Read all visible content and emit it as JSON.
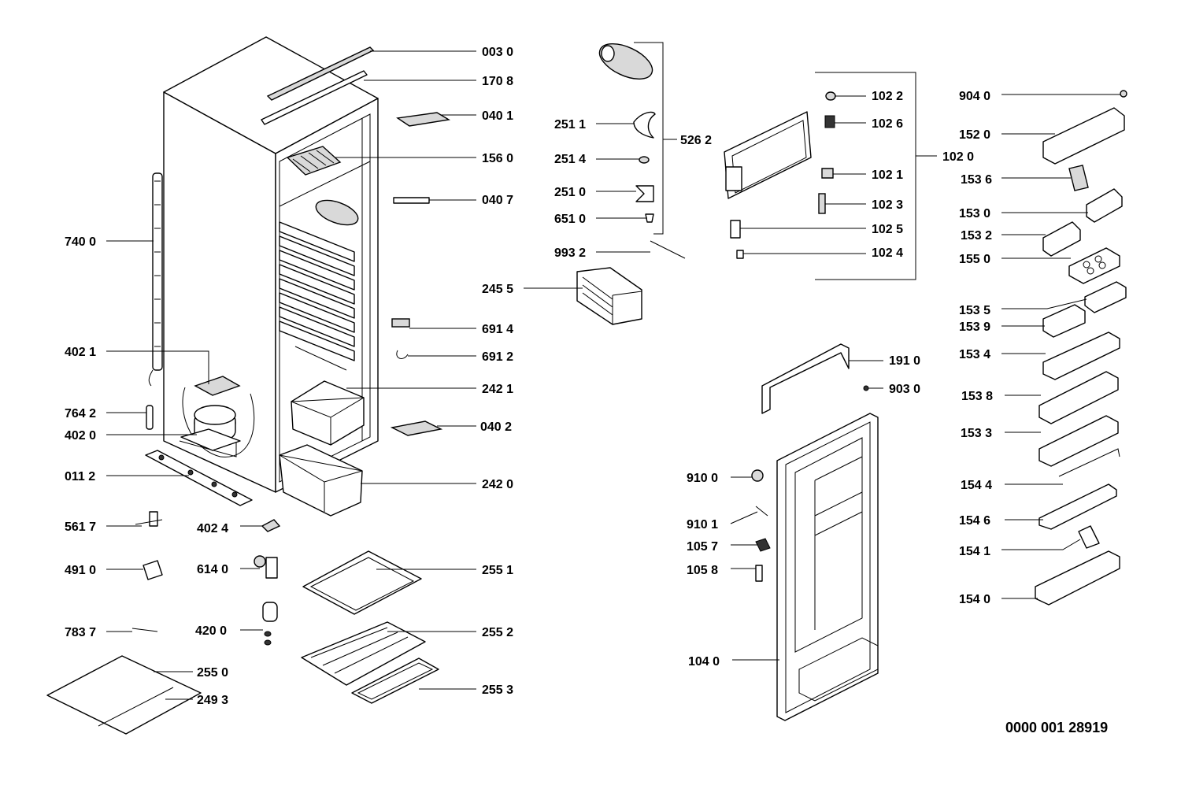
{
  "diagram": {
    "reference_number": "0000 001 28919",
    "labels": [
      "003 0",
      "170 8",
      "040 1",
      "156 0",
      "040 7",
      "740 0",
      "402 1",
      "691 4",
      "691 2",
      "242 1",
      "764 2",
      "402 0",
      "040 2",
      "011 2",
      "242 0",
      "561 7",
      "402 4",
      "491 0",
      "614 0",
      "255 1",
      "783 7",
      "420 0",
      "255 2",
      "255 0",
      "249 3",
      "255 3",
      "251 1",
      "251 4",
      "251 0",
      "651 0",
      "526 2",
      "993 2",
      "245 5",
      "102 2",
      "102 6",
      "102 1",
      "102 3",
      "102 5",
      "102 4",
      "102 0",
      "191 0",
      "903 0",
      "910 0",
      "910 1",
      "105 7",
      "105 8",
      "104 0",
      "904 0",
      "152 0",
      "153 6",
      "153 0",
      "153 2",
      "155 0",
      "153 5",
      "153 9",
      "153 4",
      "153 8",
      "153 3",
      "154 4",
      "154 6",
      "154 1",
      "154 0"
    ]
  }
}
